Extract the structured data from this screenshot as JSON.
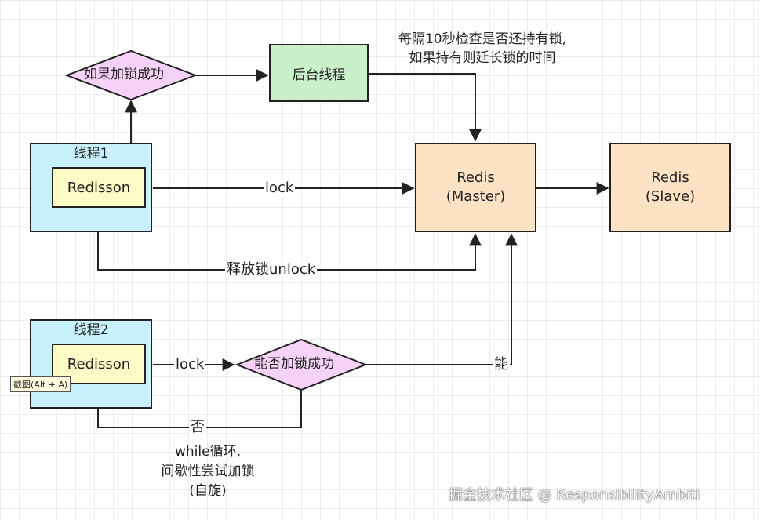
{
  "nodes": {
    "thread1": "线程1",
    "redisson1": "Redisson",
    "thread2": "线程2",
    "redisson2": "Redisson",
    "if_lock_success": "如果加锁成功",
    "background_thread": "后台线程",
    "redis_master_line1": "Redis",
    "redis_master_line2": "(Master)",
    "redis_slave_line1": "Redis",
    "redis_slave_line2": "(Slave)",
    "can_lock": "能否加锁成功"
  },
  "labels": {
    "check_line1": "每隔10秒检查是否还持有锁,",
    "check_line2": "如果持有则延长锁的时间",
    "lock1": "lock",
    "unlock": "释放锁unlock",
    "lock2": "lock",
    "yes": "能",
    "no": "否",
    "spin_line1": "while循环,",
    "spin_line2": "间歇性尝试加锁",
    "spin_line3": "(自旋)"
  },
  "tooltip": "截图(Alt + A)",
  "watermark": "掘金技术社区 @ ResponsibilityAmbiti",
  "colors": {
    "thread_fill": "#c8f2fb",
    "redisson_fill": "#fdfbc6",
    "decision_fill": "#f6d2f8",
    "background_thread_fill": "#c9f0c9",
    "redis_fill": "#fde2c4",
    "stroke": "#222222"
  }
}
